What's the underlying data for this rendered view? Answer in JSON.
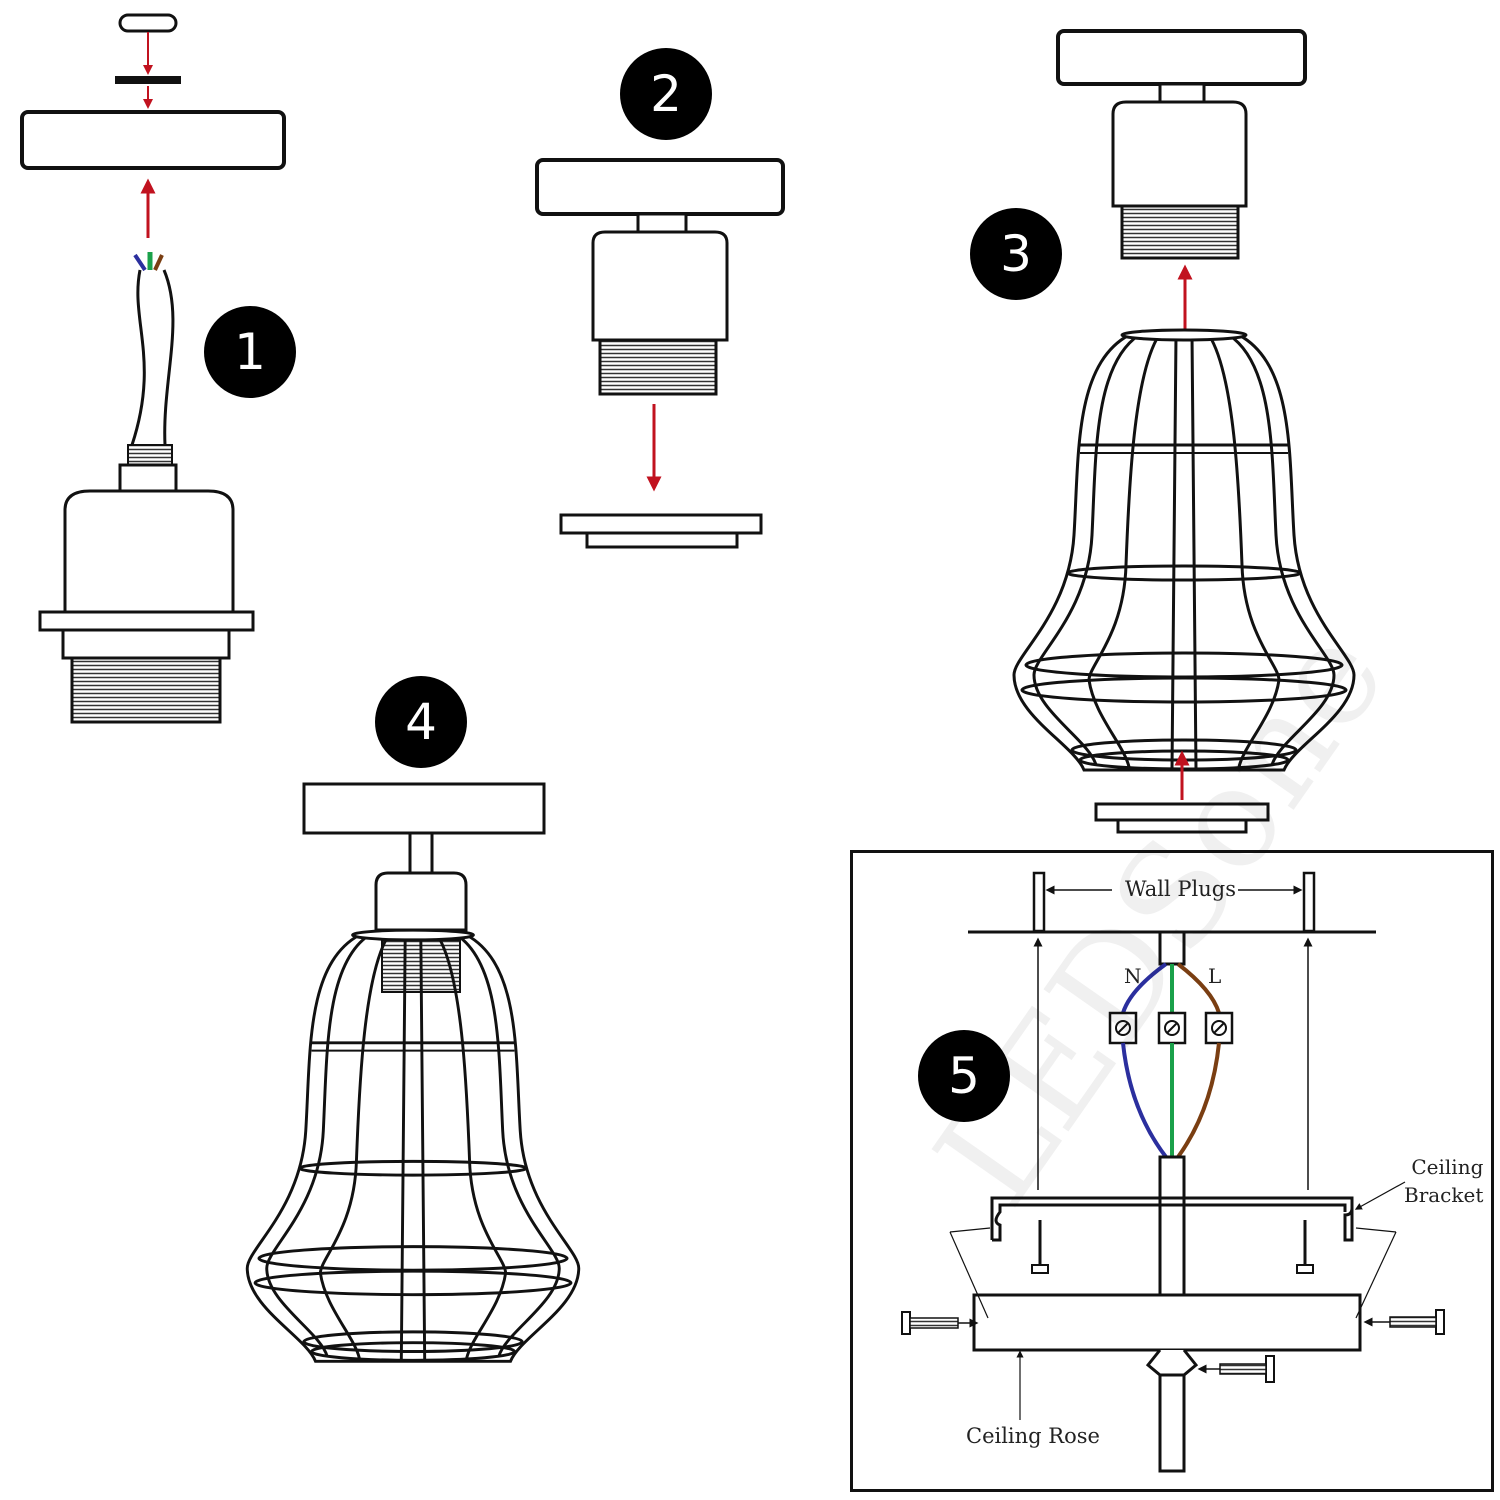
{
  "steps": [
    {
      "number": "1"
    },
    {
      "number": "2"
    },
    {
      "number": "3"
    },
    {
      "number": "4"
    },
    {
      "number": "5"
    }
  ],
  "wiring": {
    "wall_plugs": "Wall Plugs",
    "neutral": "N",
    "live": "L",
    "ceiling_bracket": "Ceiling\nBracket",
    "ceiling_rose": "Ceiling Rose"
  },
  "watermark": "LEDSone",
  "colors": {
    "arrow": "#c1121f",
    "neutral_wire": "#2b2f9e",
    "earth_wire": "#1aa14a",
    "live_wire": "#7a3e12",
    "line": "#111111"
  }
}
